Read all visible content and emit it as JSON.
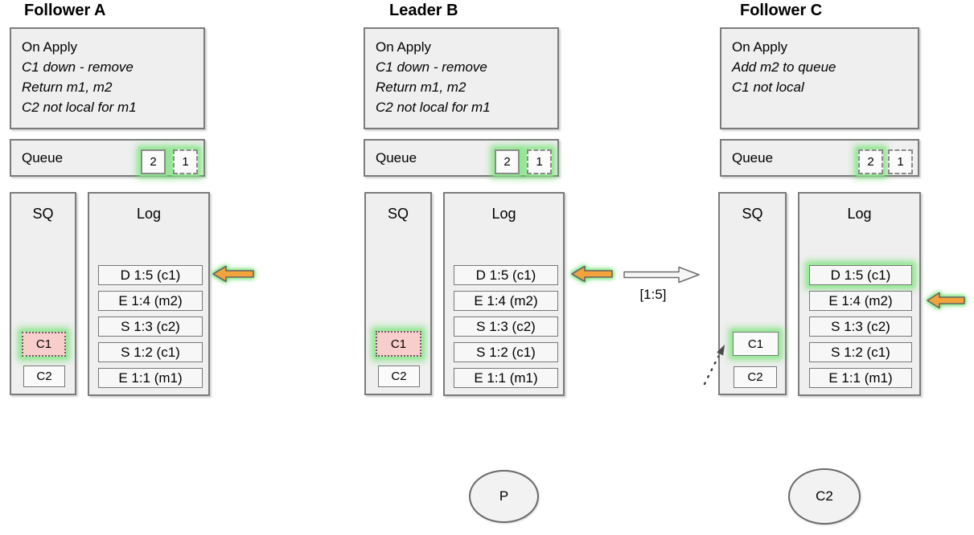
{
  "diagram": {
    "colors": {
      "panel_fill": "#efefef",
      "panel_border": "#7b7b7b",
      "highlight_glow_green": "#6fdf6f",
      "sq_c1_pink": "#f8cecc",
      "orange_arrow": "#f2a33c",
      "replication_arrow_fill": "#f6f6f6"
    },
    "columns": [
      {
        "title": "Follower A",
        "on_apply": {
          "header": "On Apply",
          "lines": [
            "C1 down - remove",
            "Return m1, m2",
            "C2 not local for m1"
          ]
        },
        "queue": {
          "label": "Queue",
          "items": [
            "2",
            "1"
          ]
        },
        "sq": {
          "label": "SQ",
          "items": [
            "C1",
            "C2"
          ]
        },
        "log": {
          "label": "Log",
          "entries": [
            "D 1:5 (c1)",
            "E 1:4 (m2)",
            "S 1:3 (c2)",
            "S 1:2 (c1)",
            "E 1:1 (m1)"
          ]
        }
      },
      {
        "title": "Leader B",
        "on_apply": {
          "header": "On Apply",
          "lines": [
            "C1 down - remove",
            "Return m1, m2",
            "C2 not local for m1"
          ]
        },
        "queue": {
          "label": "Queue",
          "items": [
            "2",
            "1"
          ]
        },
        "sq": {
          "label": "SQ",
          "items": [
            "C1",
            "C2"
          ]
        },
        "log": {
          "label": "Log",
          "entries": [
            "D 1:5 (c1)",
            "E 1:4 (m2)",
            "S 1:3 (c2)",
            "S 1:2 (c1)",
            "E 1:1 (m1)"
          ]
        }
      },
      {
        "title": "Follower C",
        "on_apply": {
          "header": "On Apply",
          "lines": [
            "Add m2 to queue",
            "C1 not local"
          ]
        },
        "queue": {
          "label": "Queue",
          "items": [
            "2",
            "1"
          ]
        },
        "sq": {
          "label": "SQ",
          "items": [
            "C1",
            "C2"
          ]
        },
        "log": {
          "label": "Log",
          "entries": [
            "D 1:5 (c1)",
            "E 1:4 (m2)",
            "S 1:3 (c2)",
            "S 1:2 (c1)",
            "E 1:1 (m1)"
          ]
        }
      }
    ],
    "replication_arrow": {
      "label": "[1:5]"
    },
    "ellipses": [
      {
        "label": "P"
      },
      {
        "label": "C2"
      }
    ]
  }
}
